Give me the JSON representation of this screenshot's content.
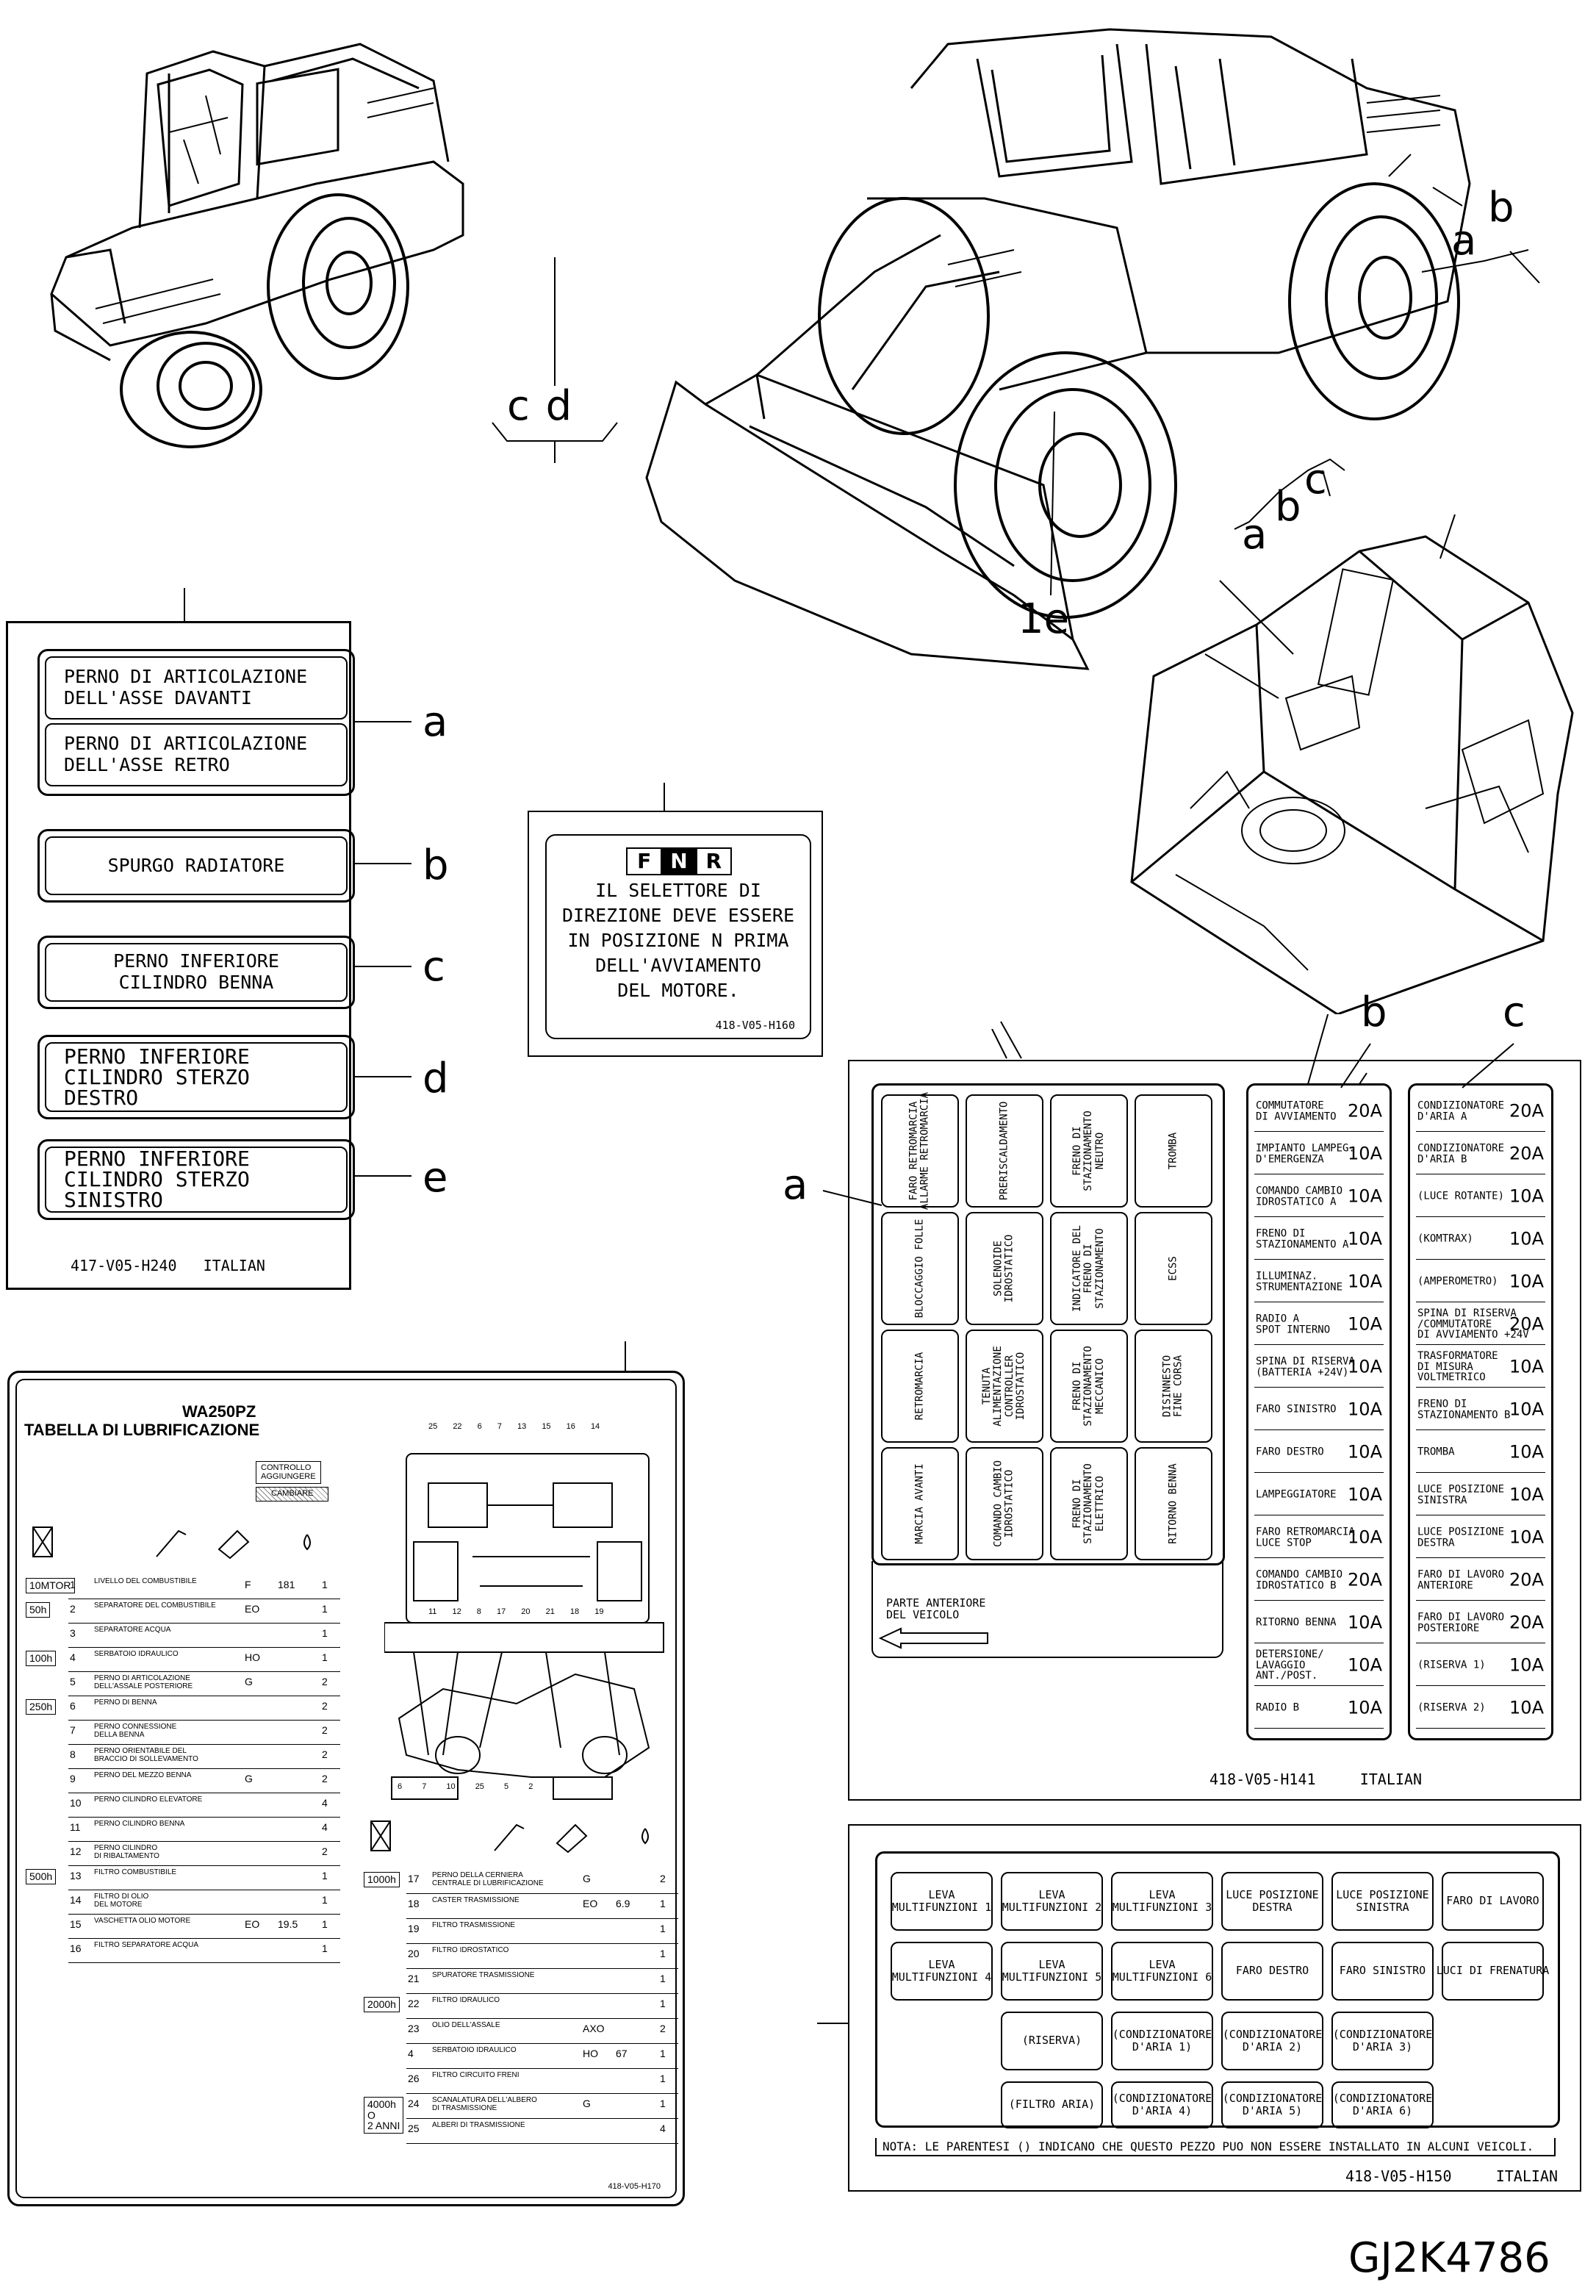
{
  "callouts": {
    "top_ab_a": "a",
    "top_ab_b": "b",
    "top_cd": "c d",
    "one_e": "1e",
    "cab_a": "a",
    "cab_b": "b",
    "cab_c": "c",
    "decal_a": "a",
    "decal_b": "b",
    "decal_c": "c",
    "decal_d": "d",
    "decal_e": "e",
    "fuse_a": "a",
    "fuse_b": "b",
    "fuse_c": "c"
  },
  "decals": {
    "a1": "PERNO DI ARTICOLAZIONE\nDELL'ASSE DAVANTI",
    "a2": "PERNO DI ARTICOLAZIONE\nDELL'ASSE RETRO",
    "b": "SPURGO RADIATORE",
    "c": "PERNO INFERIORE\nCILINDRO BENNA",
    "d": "PERNO INFERIORE\nCILINDRO STERZO\nDESTRO",
    "e": "PERNO INFERIORE\nCILINDRO STERZO\nSINISTRO",
    "code": "417-V05-H240   ITALIAN"
  },
  "fnr": {
    "letters": [
      "F",
      "N",
      "R"
    ],
    "lines": [
      "IL SELETTORE DI",
      "DIREZIONE DEVE ESSERE",
      "IN POSIZIONE N PRIMA",
      "DELL'AVVIAMENTO",
      "DEL MOTORE."
    ],
    "code": "418-V05-H160"
  },
  "fuse": {
    "grid": [
      [
        "FARO RETROMARCIA\nALLARME RETROMARCIA",
        "PRERISCALDAMENTO",
        "FRENO DI\nSTAZIONAMENTO\nNEUTRO",
        "TROMBA"
      ],
      [
        "BLOCCAGGIO FOLLE",
        "SOLENOIDE\nIDROSTATICO",
        "INDICATORE DEL\nFRENO DI\nSTAZIONAMENTO",
        "ECSS"
      ],
      [
        "RETROMARCIA",
        "TENUTA\nALIMENTAZIONE\nCONTROLLER\nIDROSTATICO",
        "FRENO DI\nSTAZIONAMENTO\nMECCANICO",
        "DISINNESTO\nFINE CORSA"
      ],
      [
        "MARCIA AVANTI",
        "COMANDO CAMBIO\nIDROSTATICO",
        "FRENO DI\nSTAZIONAMENTO\nELETTRICO",
        "RITORNO BENNA"
      ]
    ],
    "front_label": "PARTE ANTERIORE\nDEL VEICOLO",
    "col_b": [
      [
        "COMMUTATORE\nDI AVVIAMENTO",
        "20A"
      ],
      [
        "IMPIANTO LAMPEG.\nD'EMERGENZA",
        "10A"
      ],
      [
        "COMANDO CAMBIO\nIDROSTATICO A",
        "10A"
      ],
      [
        "FRENO DI\nSTAZIONAMENTO A",
        "10A"
      ],
      [
        "ILLUMINAZ.\nSTRUMENTAZIONE",
        "10A"
      ],
      [
        "RADIO A\nSPOT INTERNO",
        "10A"
      ],
      [
        "SPINA DI RISERVA\n(BATTERIA +24V)",
        "10A"
      ],
      [
        "FARO SINISTRO",
        "10A"
      ],
      [
        "FARO DESTRO",
        "10A"
      ],
      [
        "LAMPEGGIATORE",
        "10A"
      ],
      [
        "FARO RETROMARCIA\nLUCE STOP",
        "10A"
      ],
      [
        "COMANDO CAMBIO\nIDROSTATICO B",
        "20A"
      ],
      [
        "RITORNO BENNA",
        "10A"
      ],
      [
        "DETERSIONE/\nLAVAGGIO\nANT./POST.",
        "10A"
      ],
      [
        "RADIO B",
        "10A"
      ]
    ],
    "col_c": [
      [
        "CONDIZIONATORE\nD'ARIA A",
        "20A"
      ],
      [
        "CONDIZIONATORE\nD'ARIA B",
        "20A"
      ],
      [
        "(LUCE ROTANTE)",
        "10A"
      ],
      [
        "(KOMTRAX)",
        "10A"
      ],
      [
        "(AMPEROMETRO)",
        "10A"
      ],
      [
        "SPINA DI RISERVA\n/COMMUTATORE\nDI AVVIAMENTO +24V",
        "20A"
      ],
      [
        "TRASFORMATORE\nDI MISURA\nVOLTMETRICO",
        "10A"
      ],
      [
        "FRENO DI\nSTAZIONAMENTO B",
        "10A"
      ],
      [
        "TROMBA",
        "10A"
      ],
      [
        "LUCE POSIZIONE\nSINISTRA",
        "10A"
      ],
      [
        "LUCE POSIZIONE\nDESTRA",
        "10A"
      ],
      [
        "FARO DI LAVORO\nANTERIORE",
        "20A"
      ],
      [
        "FARO DI LAVORO\nPOSTERIORE",
        "20A"
      ],
      [
        "(RISERVA 1)",
        "10A"
      ],
      [
        "(RISERVA 2)",
        "10A"
      ]
    ],
    "code": "418-V05-H141     ITALIAN"
  },
  "relay": {
    "row1": [
      "LEVA\nMULTIFUNZIONI 1",
      "LEVA\nMULTIFUNZIONI 2",
      "LEVA\nMULTIFUNZIONI 3",
      "LUCE POSIZIONE\nDESTRA",
      "LUCE POSIZIONE\nSINISTRA",
      "FARO DI LAVORO"
    ],
    "row2": [
      "LEVA\nMULTIFUNZIONI 4",
      "LEVA\nMULTIFUNZIONI 5",
      "LEVA\nMULTIFUNZIONI 6",
      "FARO DESTRO",
      "FARO SINISTRO",
      "LUCI DI FRENATURA"
    ],
    "row3": [
      "(RISERVA)",
      "(CONDIZIONATORE\nD'ARIA 1)",
      "(CONDIZIONATORE\nD'ARIA 2)",
      "(CONDIZIONATORE\nD'ARIA 3)"
    ],
    "row4": [
      "(FILTRO ARIA)",
      "(CONDIZIONATORE\nD'ARIA 4)",
      "(CONDIZIONATORE\nD'ARIA 5)",
      "(CONDIZIONATORE\nD'ARIA 6)"
    ],
    "note": "NOTA: LE PARENTESI () INDICANO CHE QUESTO PEZZO PUO NON ESSERE INSTALLATO IN ALCUNI VEICOLI.",
    "code": "418-V05-H150     ITALIAN"
  },
  "lube": {
    "model": "WA250PZ",
    "title": "TABELLA DI LUBRIFICAZIONE",
    "legend_check": "CONTROLLO\nAGGIUNGERE",
    "legend_change": "CAMBIARE",
    "left_rows": [
      {
        "interval": "10MTOR",
        "no": "1",
        "item": "LIVELLO DEL COMBUSTIBILE",
        "code": "F",
        "qty": "181",
        "pts": "1"
      },
      {
        "interval": "50h",
        "no": "2",
        "item": "SEPARATORE DEL COMBUSTIBILE",
        "code": "EO",
        "qty": "",
        "pts": "1"
      },
      {
        "interval": "",
        "no": "3",
        "item": "SEPARATORE ACQUA",
        "code": "",
        "qty": "",
        "pts": "1"
      },
      {
        "interval": "100h",
        "no": "4",
        "item": "SERBATOIO IDRAULICO",
        "code": "HO",
        "qty": "",
        "pts": "1"
      },
      {
        "interval": "",
        "no": "5",
        "item": "PERNO DI ARTICOLAZIONE\nDELL'ASSALE POSTERIORE",
        "code": "G",
        "qty": "",
        "pts": "2"
      },
      {
        "interval": "250h",
        "no": "6",
        "item": "PERNO DI BENNA",
        "code": "",
        "qty": "",
        "pts": "2"
      },
      {
        "interval": "",
        "no": "7",
        "item": "PERNO CONNESSIONE\nDELLA BENNA",
        "code": "",
        "qty": "",
        "pts": "2"
      },
      {
        "interval": "",
        "no": "8",
        "item": "PERNO ORIENTABILE DEL\nBRACCIO DI SOLLEVAMENTO",
        "code": "",
        "qty": "",
        "pts": "2"
      },
      {
        "interval": "",
        "no": "9",
        "item": "PERNO DEL MEZZO BENNA",
        "code": "G",
        "qty": "",
        "pts": "2"
      },
      {
        "interval": "",
        "no": "10",
        "item": "PERNO CILINDRO ELEVATORE",
        "code": "",
        "qty": "",
        "pts": "4"
      },
      {
        "interval": "",
        "no": "11",
        "item": "PERNO CILINDRO BENNA",
        "code": "",
        "qty": "",
        "pts": "4"
      },
      {
        "interval": "",
        "no": "12",
        "item": "PERNO CILINDRO\nDI RIBALTAMENTO",
        "code": "",
        "qty": "",
        "pts": "2"
      },
      {
        "interval": "500h",
        "no": "13",
        "item": "FILTRO COMBUSTIBILE",
        "code": "",
        "qty": "",
        "pts": "1"
      },
      {
        "interval": "",
        "no": "14",
        "item": "FILTRO DI OLIO\nDEL MOTORE",
        "code": "",
        "qty": "",
        "pts": "1"
      },
      {
        "interval": "",
        "no": "15",
        "item": "VASCHETTA OLIO MOTORE",
        "code": "EO",
        "qty": "19.5",
        "pts": "1"
      },
      {
        "interval": "",
        "no": "16",
        "item": "FILTRO SEPARATORE ACQUA",
        "code": "",
        "qty": "",
        "pts": "1"
      }
    ],
    "right_rows": [
      {
        "interval": "1000h",
        "no": "17",
        "item": "PERNO DELLA CERNIERA\nCENTRALE DI LUBRIFICAZIONE",
        "code": "G",
        "qty": "",
        "pts": "2"
      },
      {
        "interval": "",
        "no": "18",
        "item": "CASTER TRASMISSIONE",
        "code": "EO",
        "qty": "6.9",
        "pts": "1"
      },
      {
        "interval": "",
        "no": "19",
        "item": "FILTRO TRASMISSIONE",
        "code": "",
        "qty": "",
        "pts": "1"
      },
      {
        "interval": "",
        "no": "20",
        "item": "FILTRO IDROSTATICO",
        "code": "",
        "qty": "",
        "pts": "1"
      },
      {
        "interval": "",
        "no": "21",
        "item": "SPURATORE TRASMISSIONE",
        "code": "",
        "qty": "",
        "pts": "1"
      },
      {
        "interval": "2000h",
        "no": "22",
        "item": "FILTRO IDRAULICO",
        "code": "",
        "qty": "",
        "pts": "1"
      },
      {
        "interval": "",
        "no": "23",
        "item": "OLIO DELL'ASSALE",
        "code": "AXO",
        "qty": "",
        "pts": "2"
      },
      {
        "interval": "",
        "no": "4",
        "item": "SERBATOIO IDRAULICO",
        "code": "HO",
        "qty": "67",
        "pts": "1"
      },
      {
        "interval": "",
        "no": "26",
        "item": "FILTRO CIRCUITO FRENI",
        "code": "",
        "qty": "",
        "pts": "1"
      },
      {
        "interval": "4000h\nO\n2 ANNI",
        "no": "24",
        "item": "SCANALATURA DELL'ALBERO\nDI TRASMISSIONE",
        "code": "G",
        "qty": "",
        "pts": "1"
      },
      {
        "interval": "",
        "no": "25",
        "item": "ALBERI DI TRASMISSIONE",
        "code": "",
        "qty": "",
        "pts": "4"
      }
    ],
    "diagram_numbers_top": [
      "25",
      "22",
      "6",
      "7",
      "13",
      "15",
      "16",
      "14"
    ],
    "diagram_numbers_mid": [
      "11",
      "12",
      "8",
      "17",
      "20",
      "21",
      "18",
      "19"
    ],
    "diagram_numbers_bottom": [
      "6",
      "7",
      "10",
      "25",
      "5",
      "2"
    ],
    "code": "418-V05-H170"
  },
  "figure_code": "GJ2K4786"
}
